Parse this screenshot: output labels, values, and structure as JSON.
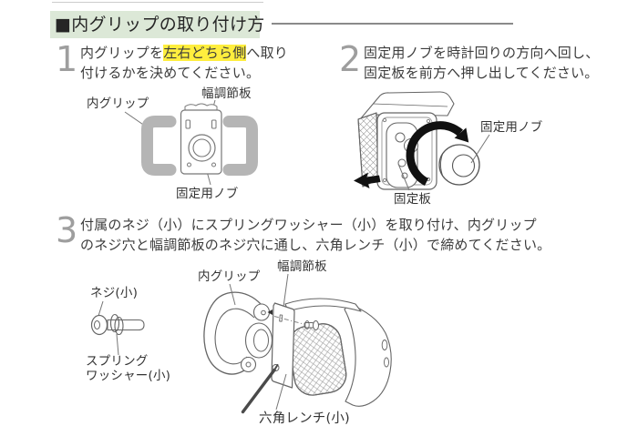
{
  "title": {
    "text": "■内グリップの取り付け方"
  },
  "colors": {
    "title_highlight": "#dce8d7",
    "text_highlight": "#ffee3e",
    "rule_gray": "#8a8a8a",
    "step_number_gray": "#9e9e9e",
    "body_text": "#3c3c3c",
    "line_art": "#666666",
    "grip_fill": "#b5b5b5",
    "arrow_black": "#111111"
  },
  "steps": [
    {
      "number": "1",
      "line1_pre": "内グリップを",
      "line1_hl": "左右どちら側",
      "line1_post": "へ取り",
      "line2": "付けるかを決めてください。",
      "labels": {
        "inner_grip": "内グリップ",
        "width_plate": "幅調節板",
        "fixing_knob": "固定用ノブ"
      }
    },
    {
      "number": "2",
      "line1": "固定用ノブを時計回りの方向へ回し、",
      "line2": "固定板を前方へ押し出してください。",
      "labels": {
        "fixing_knob": "固定用ノブ",
        "fixing_plate": "固定板"
      }
    },
    {
      "number": "3",
      "line1": "付属のネジ（小）にスプリングワッシャー（小）を取り付け、内グリップ",
      "line2": "のネジ穴と幅調節板のネジ穴に通し、六角レンチ（小）で締めてください。",
      "labels": {
        "screw": "ネジ(小)",
        "spring_washer_l1": "スプリング",
        "spring_washer_l2": "ワッシャー(小)",
        "inner_grip": "内グリップ",
        "width_plate": "幅調節板",
        "hex_wrench": "六角レンチ(小)"
      }
    }
  ]
}
